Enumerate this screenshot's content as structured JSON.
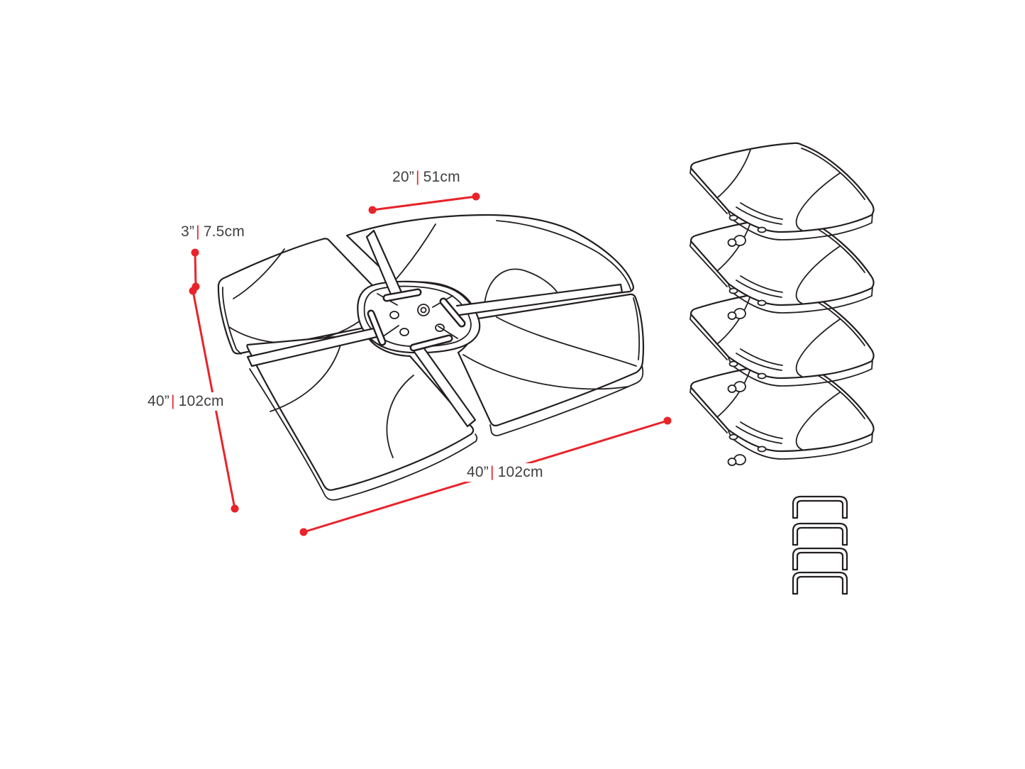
{
  "page": {
    "background": "#ffffff"
  },
  "colors": {
    "line_art": "#231f20",
    "dimension_red": "#e8232a",
    "label_text": "#414042"
  },
  "diagram": {
    "subject": "umbrella base weight plates dimension diagram",
    "assembly_plates": 4,
    "connector_pins": 4,
    "stacked_plates": 4,
    "u_clips": 4
  },
  "dimensions": {
    "top_width": {
      "imperial": "20”",
      "divider": "|",
      "metric": "51cm"
    },
    "thickness": {
      "imperial": "3”",
      "divider": "|",
      "metric": "7.5cm"
    },
    "left_side": {
      "imperial": "40”",
      "divider": "|",
      "metric": "102cm"
    },
    "bottom_side": {
      "imperial": "40”",
      "divider": "|",
      "metric": "102cm"
    }
  }
}
